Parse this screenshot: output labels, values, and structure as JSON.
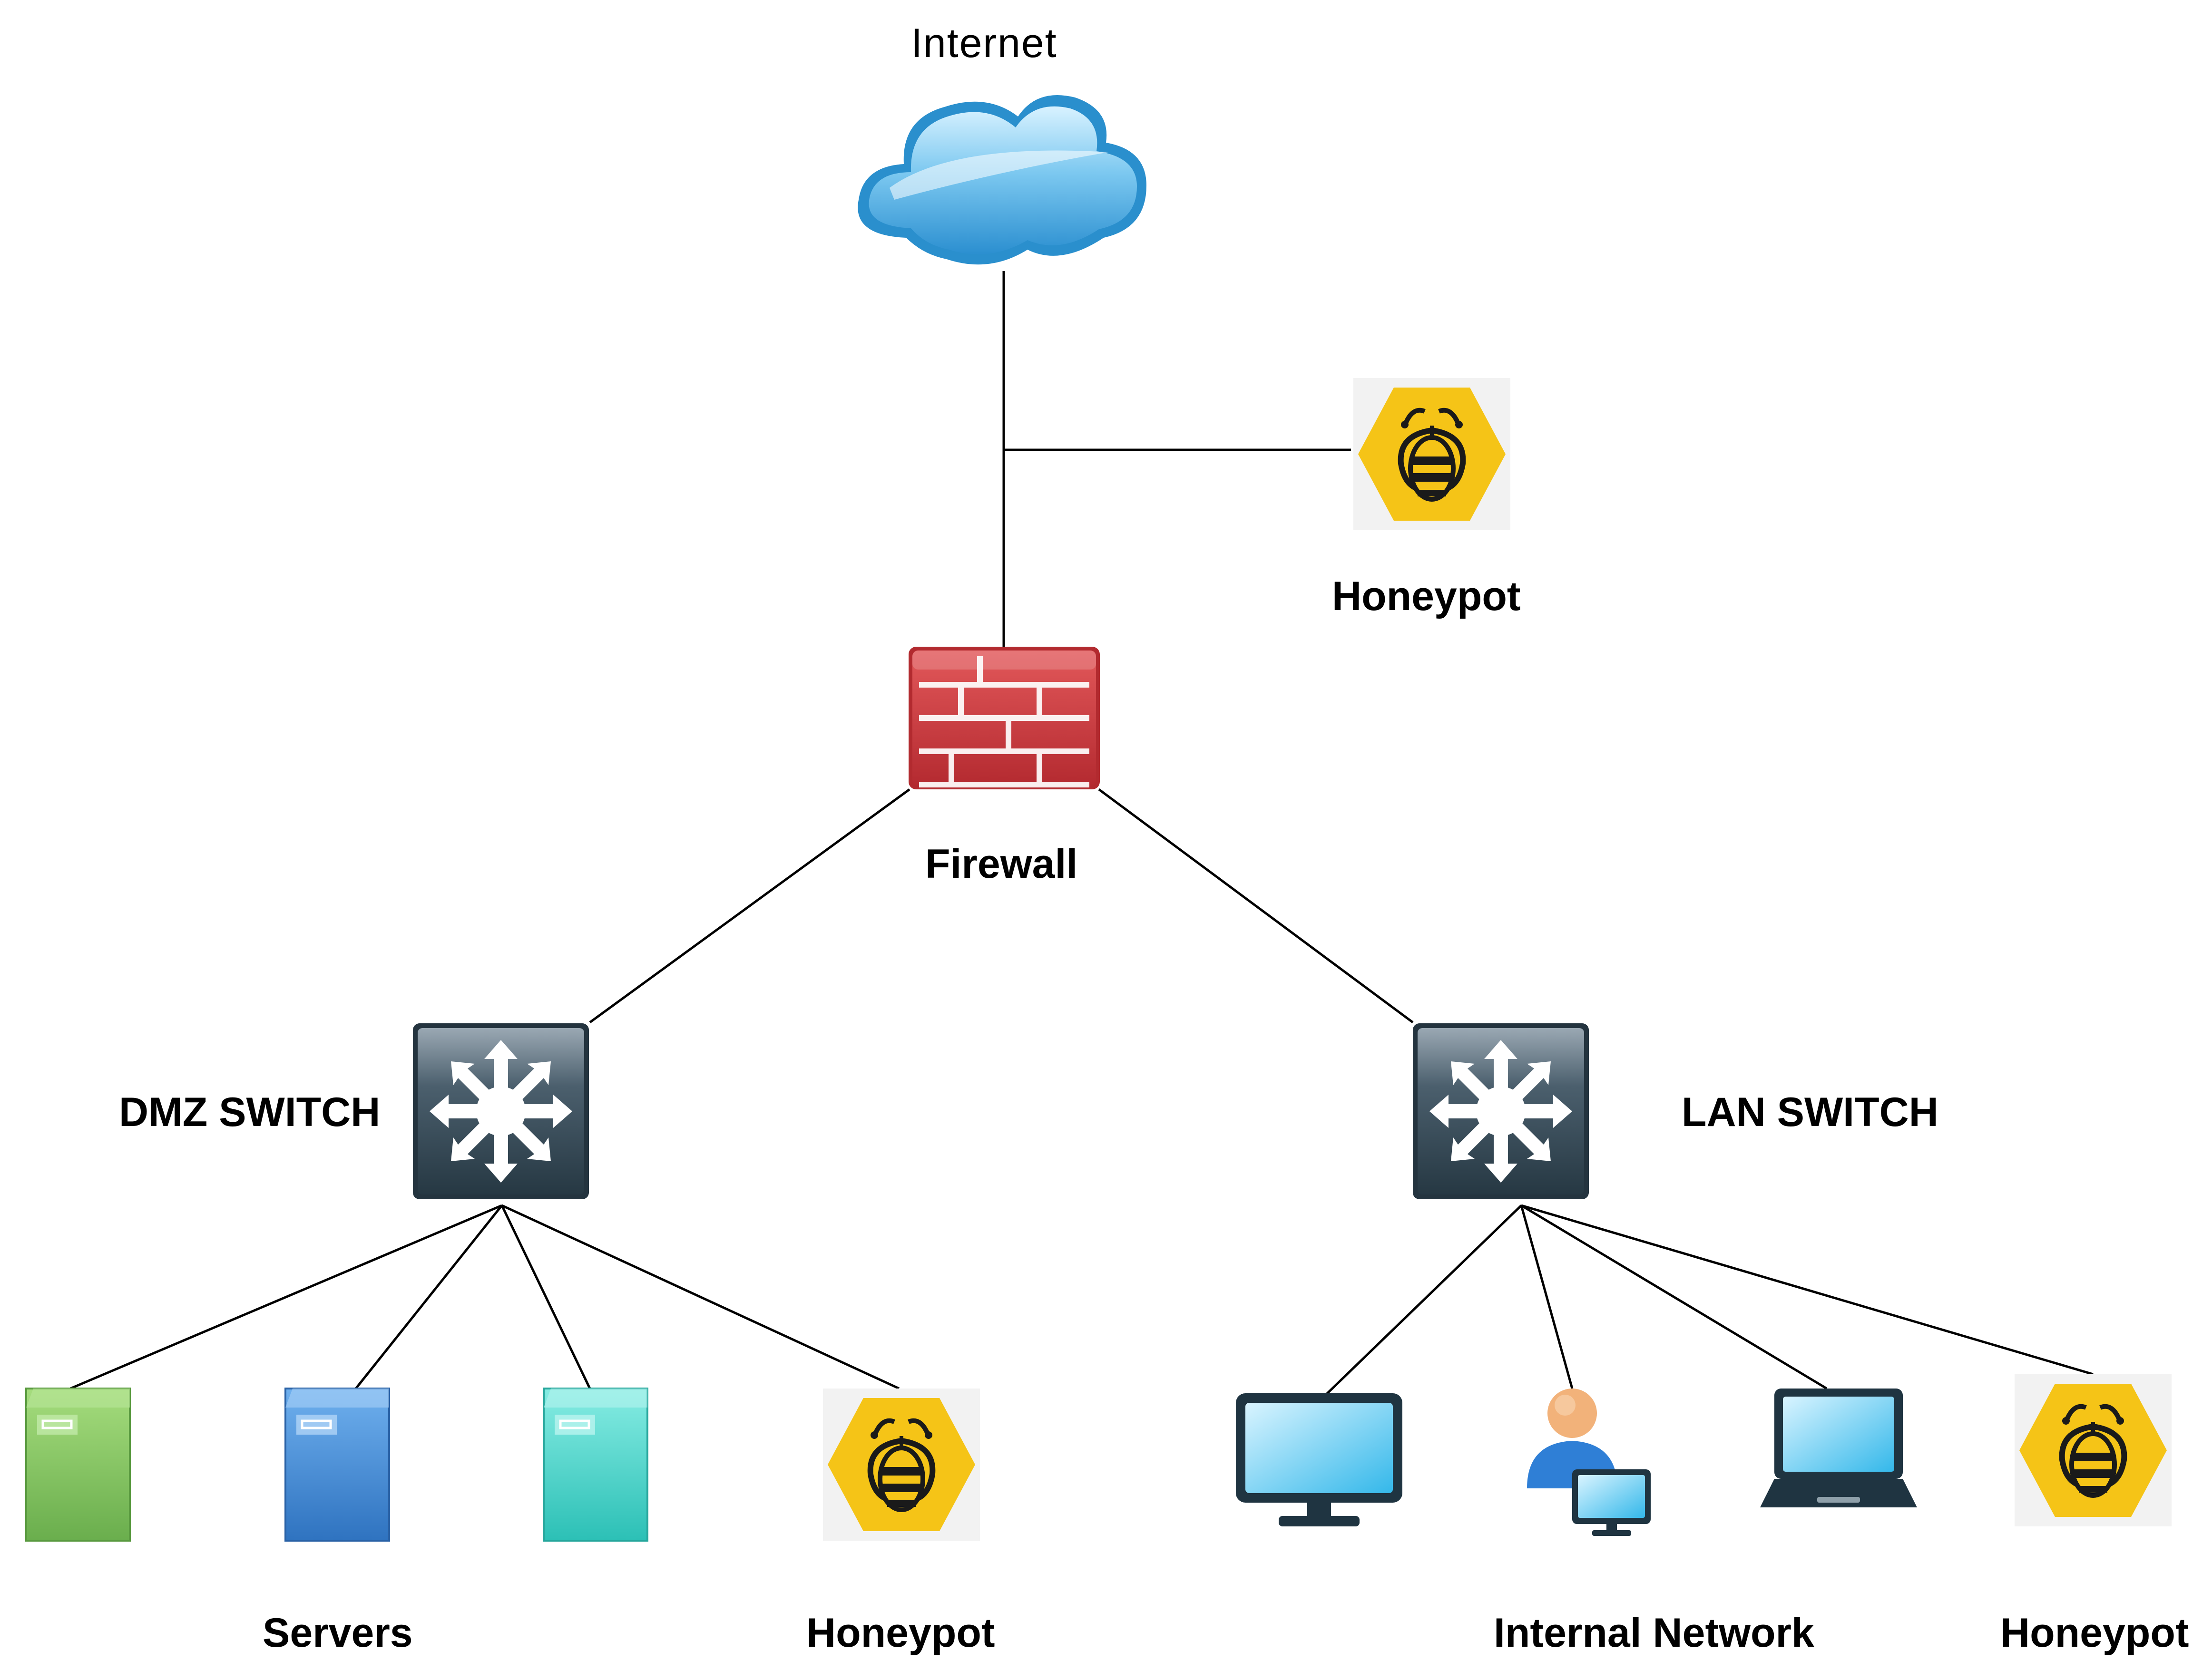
{
  "labels": {
    "internet": "Internet",
    "honeypot_top": "Honeypot",
    "firewall": "Firewall",
    "dmz_switch": "DMZ SWITCH",
    "lan_switch": "LAN SWITCH",
    "servers": "Servers",
    "honeypot_dmz": "Honeypot",
    "internal_network": "Internal Network",
    "honeypot_lan": "Honeypot"
  },
  "colors": {
    "cloud": "#3aa6dc",
    "firewall": "#d0393e",
    "switch": "#2f4452",
    "honeypot": "#f5c417",
    "server_green": "#7cc35e",
    "server_blue": "#3f88d6",
    "server_teal": "#3dd1c8",
    "monitor": "#3cc2ef",
    "line": "#000000"
  },
  "icons": {
    "cloud": "cloud-icon",
    "firewall": "firewall-icon",
    "switch": "switch-icon",
    "honeypot": "honeypot-bee-icon",
    "server": "server-icon",
    "desktop": "desktop-monitor-icon",
    "user": "user-workstation-icon",
    "laptop": "laptop-icon"
  }
}
